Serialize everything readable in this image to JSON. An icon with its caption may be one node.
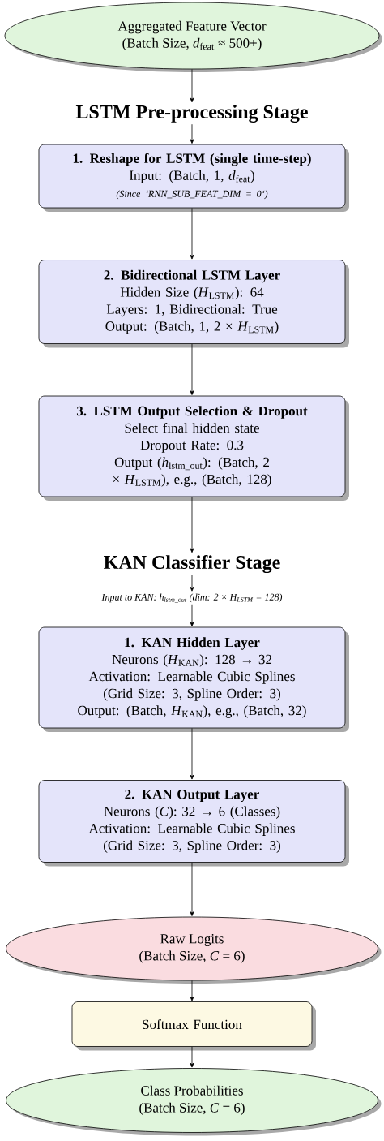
{
  "diagram": {
    "nodes": [
      {
        "text": [
          "Aggregated Feature Vector",
          "(Batch Size, *d*$_{feat}$ ≈ 500+)"
        ]
      },
      {
        "text": [
          "LSTM Pre-processing Stage"
        ]
      },
      {
        "text": [
          "1. Reshape for LSTM (single time-step)",
          "Input: (Batch, 1, *d*$_{feat}$)",
          "(Since ‘RNN_SUB_FEAT_DIM = 0‘)"
        ]
      },
      {
        "text": [
          "2. Bidirectional LSTM Layer",
          "Hidden Size (*H*$_{LSTM}$): 64",
          "Layers: 1, Bidirectional: True",
          "Output: (Batch, 1, 2 × *H*$_{LSTM}$)"
        ]
      },
      {
        "text": [
          "3. LSTM Output Selection & Dropout",
          "Select final hidden state",
          "Dropout Rate: 0.3",
          "Output (*h*$_{lstm_out}$): (Batch, 2 × *H*$_{LSTM}$), e.g., (Batch, 128)"
        ]
      },
      {
        "text": [
          "KAN Classifier Stage"
        ]
      },
      {
        "text": [
          "Input to KAN: h$_{lstm_out}$ (dim: 2 × H$_{LSTM}$ = 128)"
        ]
      },
      {
        "text": [
          "1. KAN Hidden Layer",
          "Neurons (*H*$_{KAN}$): 128 → 32",
          "Activation: Learnable Cubic Splines",
          "(Grid Size: 3, Spline Order: 3)",
          "Output: (Batch, *H*$_{KAN}$), e.g., (Batch, 32)"
        ]
      },
      {
        "text": [
          "2. KAN Output Layer",
          "Neurons (*C*): 32 → 6 (Classes)",
          "Activation: Learnable Cubic Splines",
          "(Grid Size: 3, Spline Order: 3)"
        ]
      },
      {
        "text": [
          "Raw Logits",
          "(Batch Size, *C* = 6)"
        ]
      },
      {
        "text": [
          "Softmax Function"
        ]
      },
      {
        "text": [
          "Class Probabilities",
          "(Batch Size, *C* = 6)"
        ]
      }
    ],
    "edges": [
      {
        "from": 0,
        "to": 1,
        "arrow": "to"
      },
      {
        "from": 1,
        "to": 2,
        "arrow": "to"
      },
      {
        "from": 2,
        "to": 3,
        "arrow": "to"
      },
      {
        "from": 3,
        "to": 4,
        "arrow": "to"
      },
      {
        "from": 4,
        "to": 5,
        "arrow": "to"
      },
      {
        "from": 5,
        "to": 6,
        "arrow": "to"
      },
      {
        "from": 6,
        "to": 7,
        "arrow": "to"
      },
      {
        "from": 7,
        "to": 8,
        "arrow": "to"
      },
      {
        "from": 8,
        "to": 9,
        "arrow": "to"
      },
      {
        "from": 9,
        "to": 10,
        "arrow": "to"
      },
      {
        "from": 10,
        "to": 11,
        "arrow": "to"
      }
    ]
  }
}
